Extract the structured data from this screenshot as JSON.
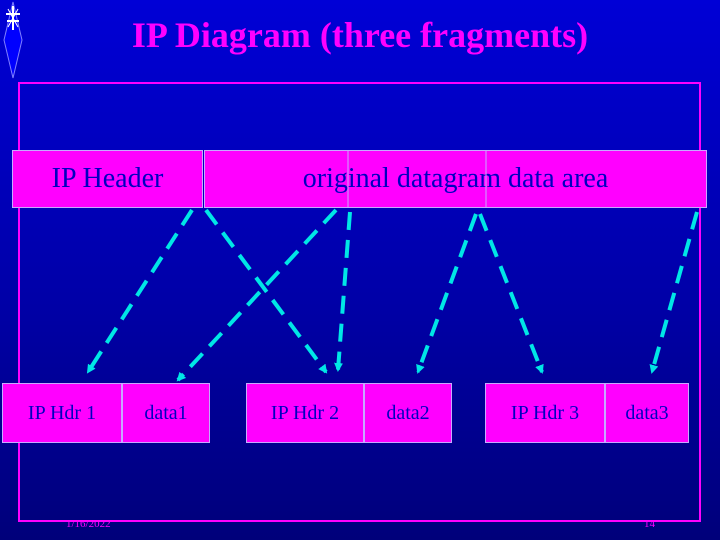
{
  "title": "IP Diagram (three fragments)",
  "top_row": {
    "header_label": "IP Header",
    "data_label": "original datagram data area"
  },
  "fragments": [
    {
      "header": "IP Hdr 1",
      "data": "data1"
    },
    {
      "header": "IP Hdr 2",
      "data": "data2"
    },
    {
      "header": "IP Hdr 3",
      "data": "data3"
    }
  ],
  "footer": {
    "date": "1/16/2022",
    "page": "14"
  },
  "colors": {
    "background": "#0000d6",
    "accent": "#ff00ff",
    "arrow": "#00e6e6",
    "text": "#0000c0"
  }
}
